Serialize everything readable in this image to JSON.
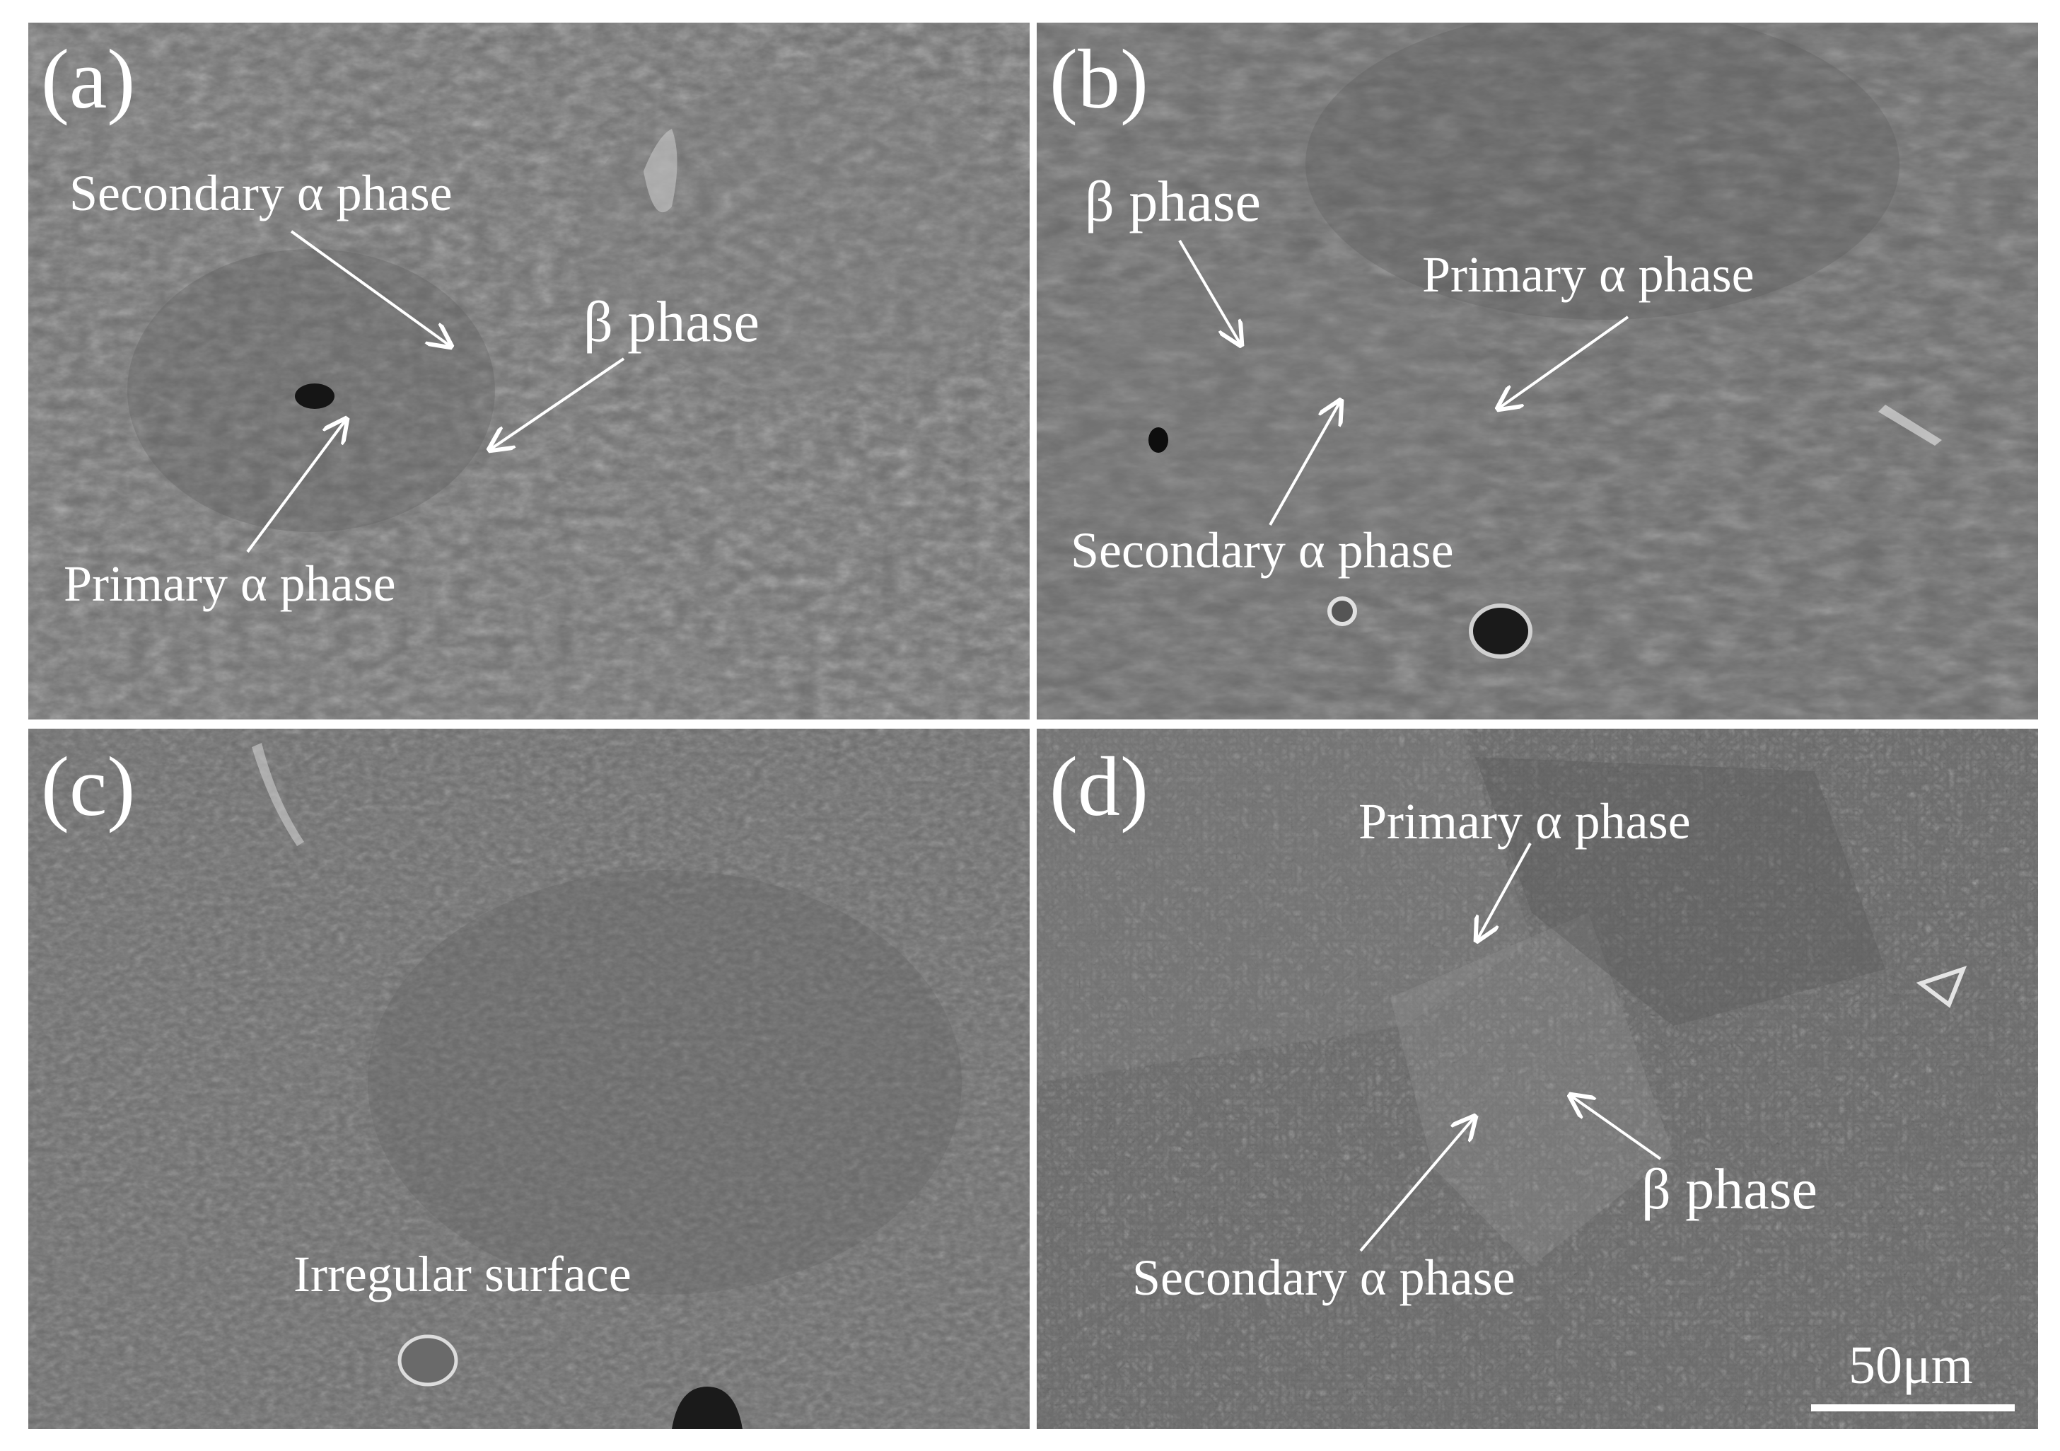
{
  "colors": {
    "background": "#ffffff",
    "micrograph_gray": "#6e6e6e",
    "annotation": "#ffffff"
  },
  "panels": {
    "a": {
      "label": "(a)",
      "annotations": {
        "secondary_alpha": "Secondary α phase",
        "beta": "β phase",
        "primary_alpha": "Primary α phase"
      }
    },
    "b": {
      "label": "(b)",
      "annotations": {
        "beta": "β phase",
        "primary_alpha": "Primary α phase",
        "secondary_alpha": "Secondary α phase"
      }
    },
    "c": {
      "label": "(c)",
      "annotations": {
        "irregular": "Irregular surface"
      }
    },
    "d": {
      "label": "(d)",
      "annotations": {
        "primary_alpha": "Primary α phase",
        "beta": "β phase",
        "secondary_alpha": "Secondary α phase"
      },
      "scale_bar": "50μm"
    }
  }
}
